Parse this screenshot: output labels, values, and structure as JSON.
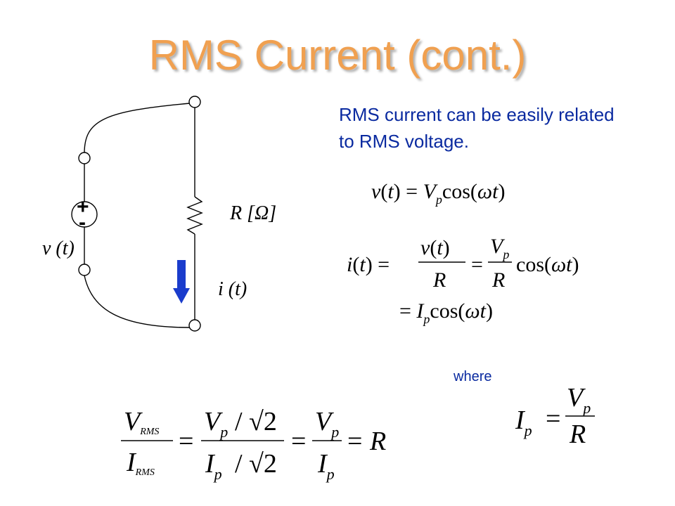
{
  "slide": {
    "title": "RMS Current (cont.)",
    "description": "RMS current can be easily related to RMS voltage.",
    "where_label": "where",
    "colors": {
      "title": "#f0a050",
      "text": "#0a2aa0",
      "arrow": "#1a3ccc"
    }
  },
  "circuit": {
    "source_label": "v (t)",
    "plus": "+",
    "minus": "-",
    "resistor_label": "R [Ω]",
    "current_label": "i (t)"
  }
}
